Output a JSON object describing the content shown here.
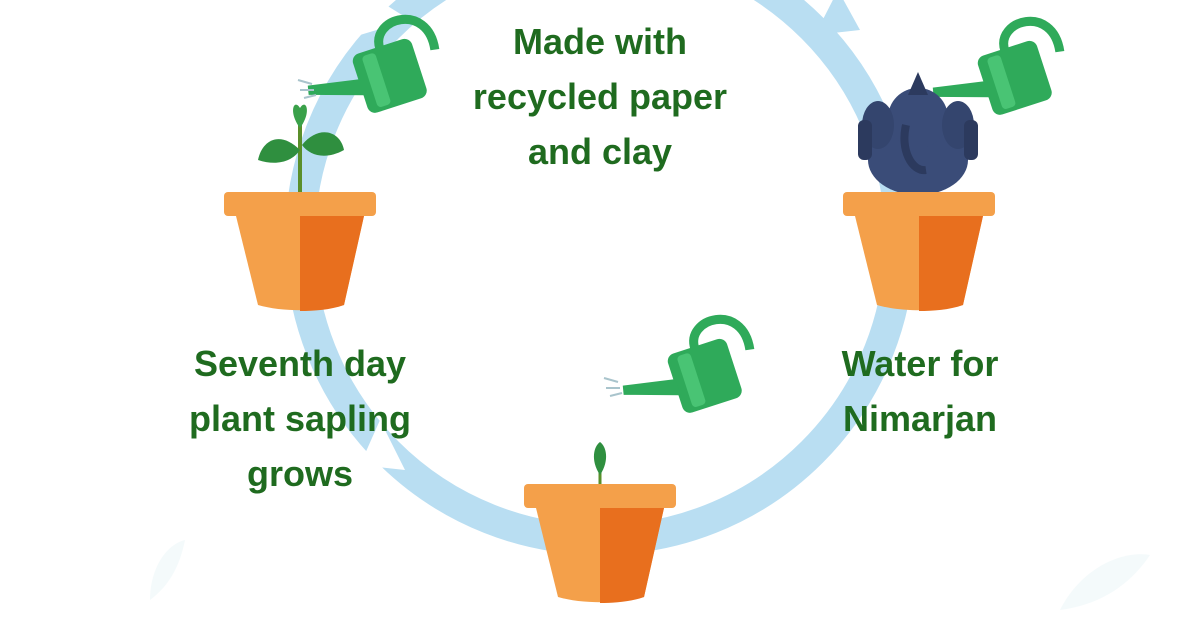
{
  "steps": [
    {
      "id": "start",
      "lines": [
        "Made with",
        "recycled paper",
        "and clay"
      ]
    },
    {
      "id": "nimarjan",
      "lines": [
        "Water for",
        "Nimarjan"
      ]
    },
    {
      "id": "sapling",
      "lines": [
        "Seventh day",
        "plant sapling",
        "grows"
      ]
    }
  ],
  "colors": {
    "text": "#1f6b1f",
    "cycle_arrow": "#b9def2",
    "pot_light": "#f4a04a",
    "pot_dark": "#e86f1e",
    "watering_can": "#2faa5a",
    "leaf": "#2f8f3f",
    "idol": "#3a4c78"
  },
  "icons": [
    "watering-can-icon",
    "flower-pot-icon",
    "sprout-icon",
    "sapling-icon",
    "ganesha-idol-icon",
    "cycle-arrow-icon"
  ]
}
